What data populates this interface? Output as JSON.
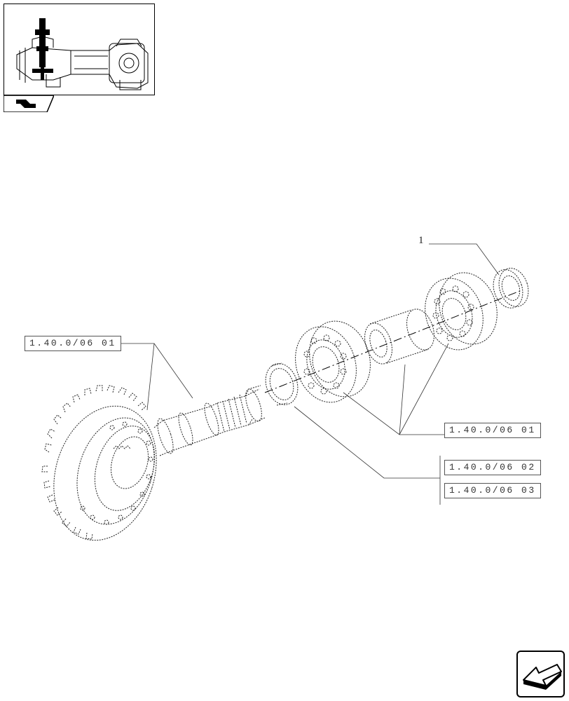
{
  "diagram": {
    "callout_number": "1",
    "references": {
      "gear_ref": "1.40.0/06 01",
      "bearing_ref": "1.40.0/06 01",
      "washer_ref_a": "1.40.0/06 02",
      "washer_ref_b": "1.40.0/06 03"
    }
  },
  "icons": {
    "thumbnail": "axle-assembly-thumbnail",
    "thumb_tab": "book-flag-icon",
    "nav": "next-page-arrow-icon"
  }
}
